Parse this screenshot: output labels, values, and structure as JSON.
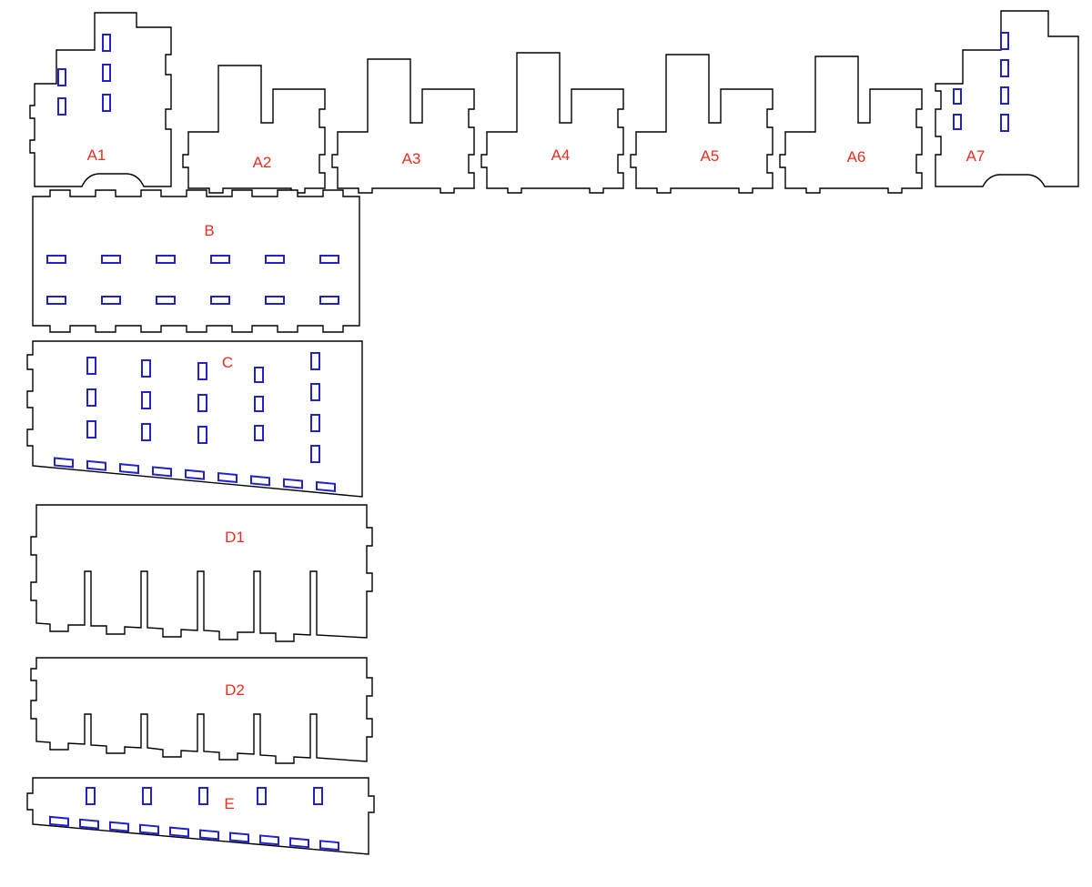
{
  "document": {
    "title": "Laser-cut parts layout"
  },
  "colors": {
    "outline": "#000000",
    "slot": "#2222cc",
    "label": "#ee2d20",
    "background": "#ffffff"
  },
  "parts": {
    "a1": {
      "label": "A1",
      "type": "end side panel",
      "slot_count": 5
    },
    "a2": {
      "label": "A2",
      "type": "divider panel",
      "slot_count": 0
    },
    "a3": {
      "label": "A3",
      "type": "divider panel",
      "slot_count": 0
    },
    "a4": {
      "label": "A4",
      "type": "divider panel",
      "slot_count": 0
    },
    "a5": {
      "label": "A5",
      "type": "divider panel",
      "slot_count": 0
    },
    "a6": {
      "label": "A6",
      "type": "divider panel",
      "slot_count": 0
    },
    "a7": {
      "label": "A7",
      "type": "end side panel",
      "slot_count": 6
    },
    "b": {
      "label": "B",
      "type": "top plate with slots",
      "slot_count": 12
    },
    "c": {
      "label": "C",
      "type": "slanted plate with slots",
      "slot_count": 25
    },
    "d1": {
      "label": "D1",
      "type": "comb rail",
      "slot_count": 0
    },
    "d2": {
      "label": "D2",
      "type": "comb rail",
      "slot_count": 0
    },
    "e": {
      "label": "E",
      "type": "slanted strip with slots",
      "slot_count": 15
    }
  }
}
